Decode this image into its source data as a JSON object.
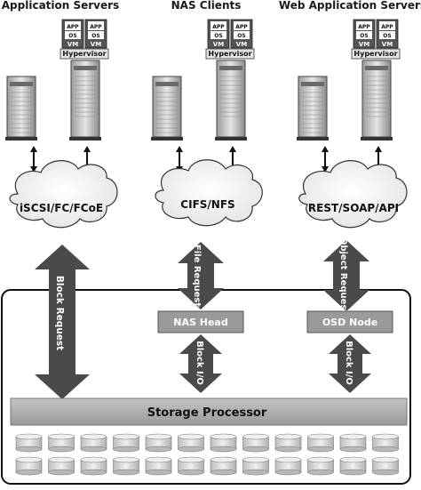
{
  "groups": [
    {
      "title": "Application Servers",
      "protocol": "iSCSI/FC/FCoE"
    },
    {
      "title": "NAS Clients",
      "protocol": "CIFS/NFS"
    },
    {
      "title": "Web Application Servers",
      "protocol": "REST/SOAP/API"
    }
  ],
  "vm": {
    "app": "APP",
    "os": "OS",
    "vm": "VM",
    "hypervisor": "Hypervisor"
  },
  "requests": {
    "block": "Block Request",
    "file": "File Request",
    "object": "Object Request"
  },
  "nodes": {
    "nas_head": "NAS Head",
    "osd_node": "OSD Node"
  },
  "block_io": "Block I/O",
  "storage_processor": "Storage Processor",
  "colors": {
    "dark": "#4a4a4a",
    "box": "#9a9a9a",
    "bar": "#a9a9a9",
    "disk": "#d8d8d8"
  }
}
